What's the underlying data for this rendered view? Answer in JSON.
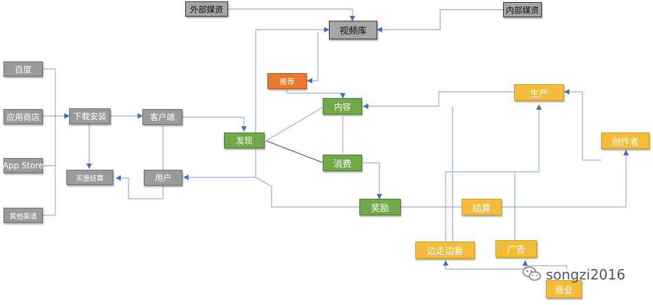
{
  "nodes": {
    "baidu": "百度",
    "app_market": "应用商店",
    "app_store": "App Store",
    "other_channels": "其他渠道",
    "download_install": "下载安装",
    "buy_settlement": "买量结算",
    "client": "客户端",
    "user": "用户",
    "external_media": "外部媒资",
    "video_library": "视频库",
    "internal_media": "内部媒资",
    "recommend": "推荐",
    "content": "内容",
    "discover": "发现",
    "consume": "消费",
    "reward": "奖励",
    "production": "生产",
    "creator": "创作者",
    "settlement": "结算",
    "walk_and_watch": "边走边看",
    "ads": "广告",
    "business": "商业"
  },
  "watermark": "songzi2016",
  "colors": {
    "grey": "#9a9a9a",
    "green": "#71a84a",
    "orange": "#e8782e",
    "yellow": "#f3bd3b",
    "edge": "#4a6fb5"
  }
}
